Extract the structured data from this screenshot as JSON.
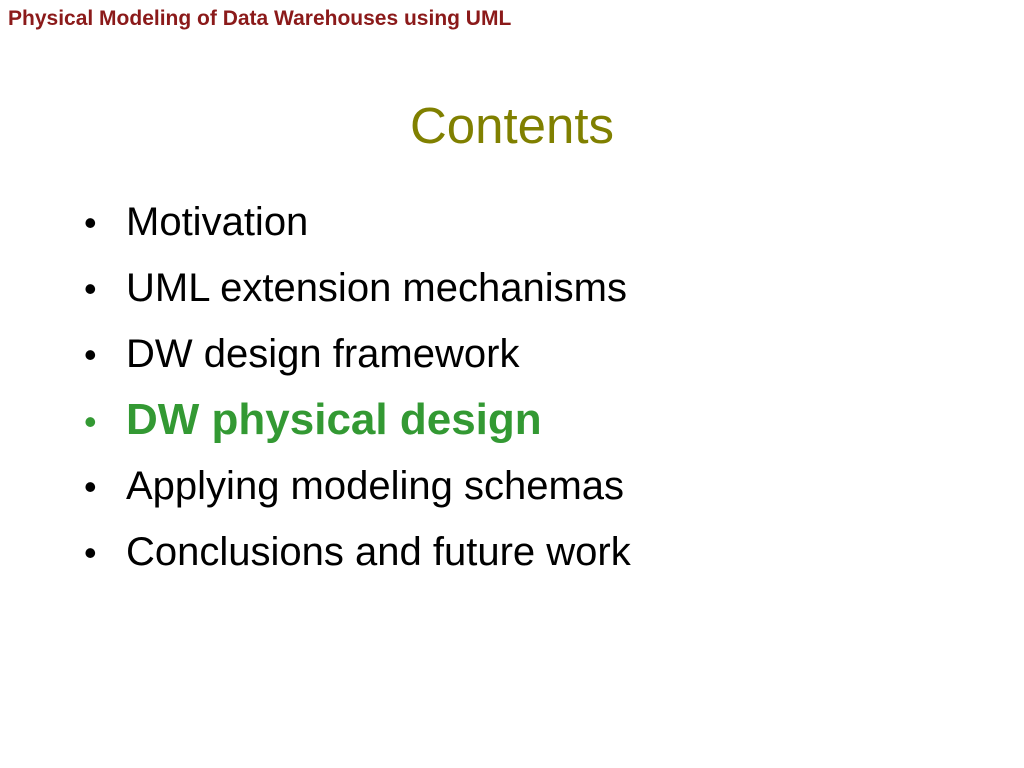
{
  "header": {
    "title": "Physical Modeling of Data Warehouses using UML"
  },
  "slide": {
    "title": "Contents"
  },
  "bullets": {
    "marker": "•",
    "items": [
      {
        "label": "Motivation",
        "active": false
      },
      {
        "label": "UML extension mechanisms",
        "active": false
      },
      {
        "label": "DW design framework",
        "active": false
      },
      {
        "label": "DW physical design",
        "active": true
      },
      {
        "label": "Applying modeling schemas",
        "active": false
      },
      {
        "label": "Conclusions and future work",
        "active": false
      }
    ]
  },
  "colors": {
    "header": "#8b1a1a",
    "title": "#808000",
    "text": "#000000",
    "active": "#339933"
  }
}
